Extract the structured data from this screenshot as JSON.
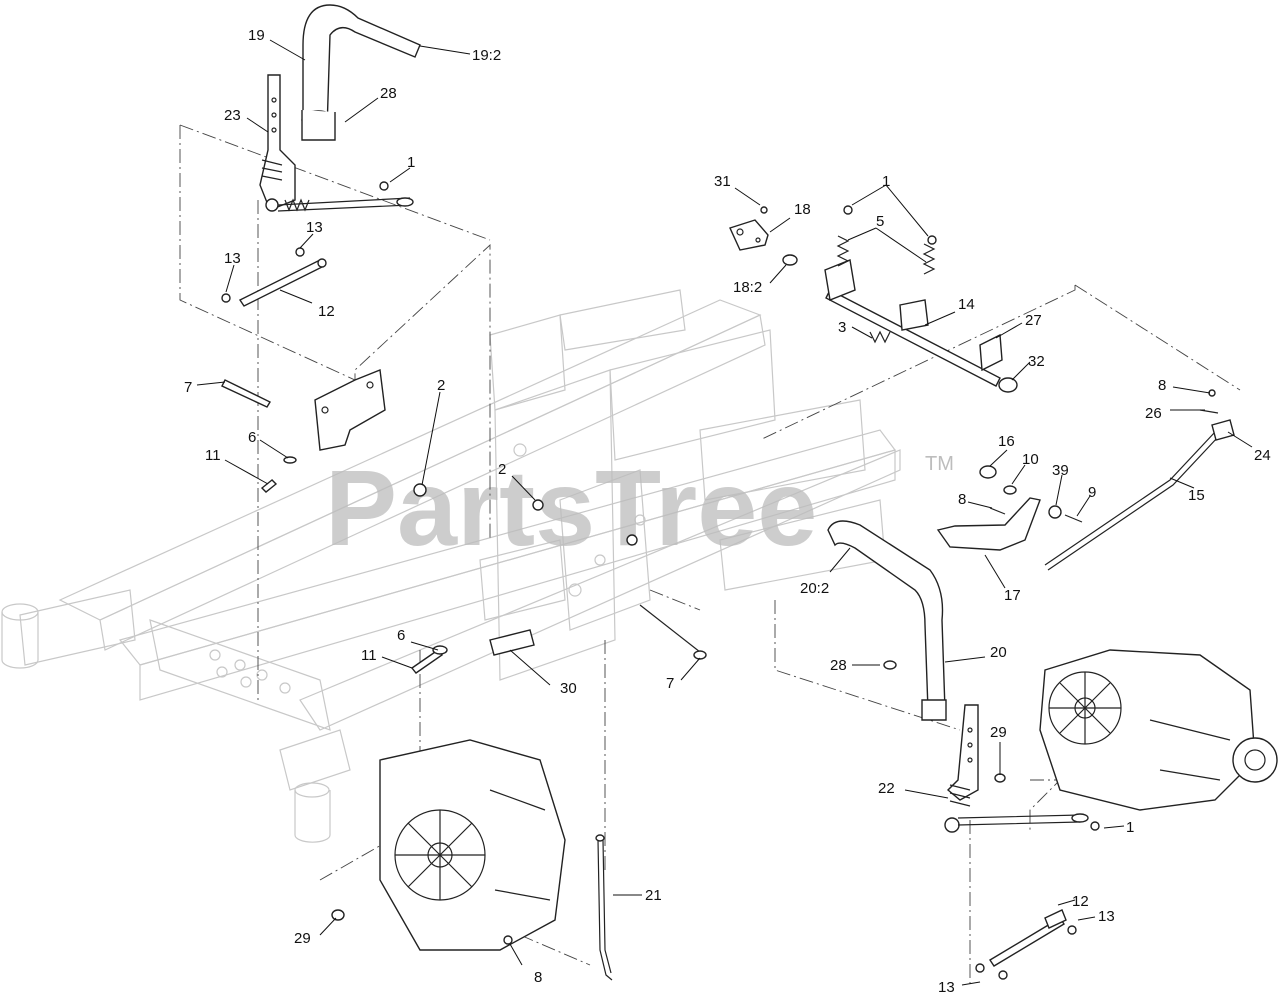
{
  "watermark": {
    "brand": "PartsTree",
    "trademark": "TM"
  },
  "callouts": [
    {
      "id": "c19",
      "text": "19"
    },
    {
      "id": "c19_2",
      "text": "19:2"
    },
    {
      "id": "c28a",
      "text": "28"
    },
    {
      "id": "c23",
      "text": "23"
    },
    {
      "id": "c1a",
      "text": "1"
    },
    {
      "id": "c13a",
      "text": "13"
    },
    {
      "id": "c13b",
      "text": "13"
    },
    {
      "id": "c12a",
      "text": "12"
    },
    {
      "id": "c7a",
      "text": "7"
    },
    {
      "id": "c2a",
      "text": "2"
    },
    {
      "id": "c6a",
      "text": "6"
    },
    {
      "id": "c11a",
      "text": "11"
    },
    {
      "id": "c2b",
      "text": "2"
    },
    {
      "id": "c31",
      "text": "31"
    },
    {
      "id": "c18",
      "text": "18"
    },
    {
      "id": "c18_2",
      "text": "18:2"
    },
    {
      "id": "c1b",
      "text": "1"
    },
    {
      "id": "c5",
      "text": "5"
    },
    {
      "id": "c3",
      "text": "3"
    },
    {
      "id": "c14",
      "text": "14"
    },
    {
      "id": "c27",
      "text": "27"
    },
    {
      "id": "c32",
      "text": "32"
    },
    {
      "id": "c8a",
      "text": "8"
    },
    {
      "id": "c26",
      "text": "26"
    },
    {
      "id": "c24",
      "text": "24"
    },
    {
      "id": "c15",
      "text": "15"
    },
    {
      "id": "c16",
      "text": "16"
    },
    {
      "id": "c10",
      "text": "10"
    },
    {
      "id": "c39",
      "text": "39"
    },
    {
      "id": "c9",
      "text": "9"
    },
    {
      "id": "c8b",
      "text": "8"
    },
    {
      "id": "c17",
      "text": "17"
    },
    {
      "id": "c20_2",
      "text": "20:2"
    },
    {
      "id": "c6b",
      "text": "6"
    },
    {
      "id": "c11b",
      "text": "11"
    },
    {
      "id": "c30",
      "text": "30"
    },
    {
      "id": "c7b",
      "text": "7"
    },
    {
      "id": "c28b",
      "text": "28"
    },
    {
      "id": "c20",
      "text": "20"
    },
    {
      "id": "c29a",
      "text": "29"
    },
    {
      "id": "c22",
      "text": "22"
    },
    {
      "id": "c1c",
      "text": "1"
    },
    {
      "id": "c21",
      "text": "21"
    },
    {
      "id": "c29b",
      "text": "29"
    },
    {
      "id": "c8c",
      "text": "8"
    },
    {
      "id": "c12b",
      "text": "12"
    },
    {
      "id": "c13c",
      "text": "13"
    },
    {
      "id": "c13d",
      "text": "13"
    }
  ]
}
